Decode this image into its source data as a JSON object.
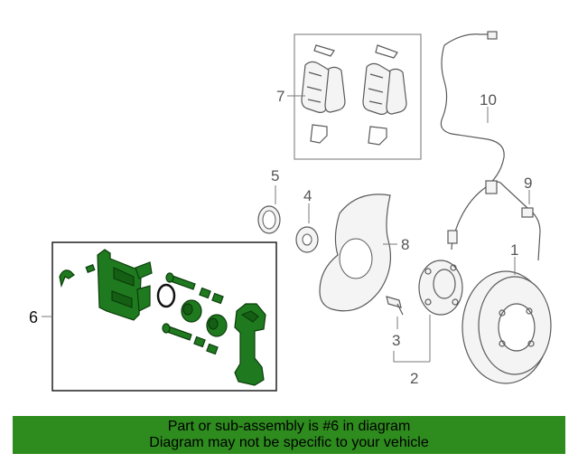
{
  "callouts": {
    "n1": "1",
    "n2": "2",
    "n3": "3",
    "n4": "4",
    "n5": "5",
    "n6": "6",
    "n7": "7",
    "n8": "8",
    "n9": "9",
    "n10": "10"
  },
  "banner": {
    "line1": "Part or sub-assembly is #6 in diagram",
    "line2": "Diagram may not be specific to your vehicle"
  },
  "colors": {
    "highlight": "#1f7a1f",
    "banner": "#2e8b1e",
    "linework": "#5a5a5a"
  }
}
